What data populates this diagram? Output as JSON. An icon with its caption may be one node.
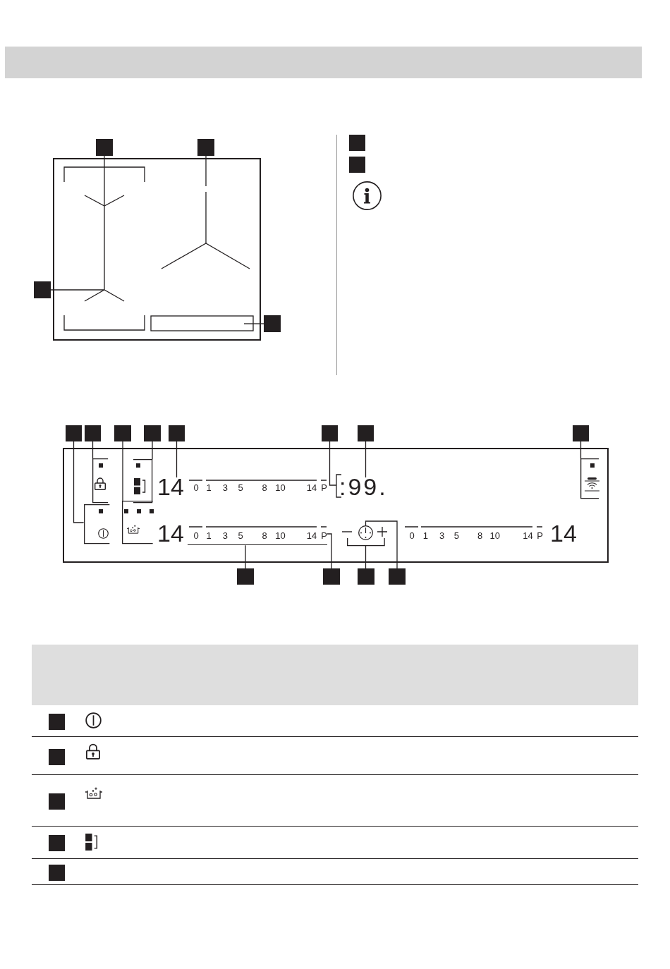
{
  "diagram": {
    "nodes": [
      {
        "text": [],
        "shape": "bar"
      },
      {
        "text": [],
        "shape": "box"
      },
      {
        "text": [],
        "shape": "box"
      },
      {
        "text": [],
        "shape": "box"
      },
      {
        "text": [],
        "shape": "box"
      },
      {
        "text": [],
        "shape": "box"
      },
      {
        "text": [],
        "shape": "box"
      },
      {
        "text": [],
        "shape": "box"
      },
      {
        "text": [],
        "shape": "box"
      },
      {
        "text": [],
        "shape": "box"
      },
      {
        "text": [],
        "shape": "box"
      },
      {
        "text": [],
        "shape": "box"
      },
      {
        "text": [],
        "shape": "box"
      },
      {
        "text": [],
        "shape": "box"
      },
      {
        "text": [],
        "shape": "box"
      },
      {
        "text": [
          "14"
        ]
      },
      {
        "text": [
          ":99."
        ]
      },
      {
        "text": [
          "P"
        ]
      },
      {
        "text": [],
        "shape": "circle"
      },
      {
        "text": [],
        "shape": "bracket"
      },
      {
        "text": [],
        "shape": "bar"
      },
      {
        "text": [],
        "shape": "box"
      },
      {
        "text": [],
        "shape": "box"
      },
      {
        "text": [],
        "shape": "box"
      },
      {
        "text": [],
        "shape": "box"
      },
      {
        "text": [],
        "shape": "box"
      },
      {
        "text": [],
        "shape": "box"
      },
      {
        "text": [],
        "shape": "box"
      },
      {
        "text": [],
        "shape": "box"
      },
      {
        "text": [],
        "shape": "box"
      },
      {
        "text": [],
        "shape": "bracket"
      },
      {
        "text": [],
        "shape": "bracket"
      },
      {
        "text": [],
        "shape": "bracket"
      },
      {
        "text": [],
        "shape": "bracket"
      },
      {
        "text": [],
        "shape": "bracket"
      }
    ],
    "edges": [
      {
        "from": 1,
        "to": null,
        "arrow": "none"
      },
      {
        "from": 2,
        "to": null,
        "arrow": "none"
      },
      {
        "from": 3,
        "to": null,
        "arrow": "none"
      },
      {
        "from": 4,
        "to": null,
        "arrow": "none"
      },
      {
        "from": 7,
        "to": 30,
        "arrow": "none"
      },
      {
        "from": 8,
        "to": 31,
        "arrow": "none"
      },
      {
        "from": 9,
        "to": 32,
        "arrow": "none"
      },
      {
        "from": 10,
        "to": 33,
        "arrow": "none"
      },
      {
        "from": 11,
        "to": 15,
        "arrow": "none"
      },
      {
        "from": 12,
        "to": 16,
        "arrow": "none"
      },
      {
        "from": 13,
        "to": 16,
        "arrow": "none"
      },
      {
        "from": 14,
        "to": 34,
        "arrow": "none"
      },
      {
        "from": 21,
        "to": 20,
        "arrow": "none"
      },
      {
        "from": 22,
        "to": 17,
        "arrow": "none"
      },
      {
        "from": 23,
        "to": 19,
        "arrow": "none"
      },
      {
        "from": 24,
        "to": 18,
        "arrow": "none"
      }
    ],
    "labels": [
      "0",
      "1",
      "3",
      "5",
      "8",
      "10",
      "14",
      "P",
      "14",
      "0",
      "1",
      "3",
      "5",
      "8",
      "10",
      "14",
      "0",
      "1",
      "3",
      "5",
      "8",
      "10",
      "14",
      "P",
      "14"
    ]
  }
}
